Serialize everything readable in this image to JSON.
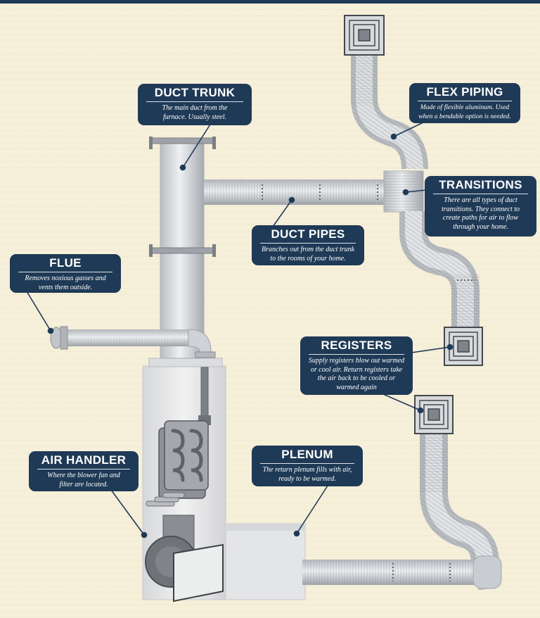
{
  "labels": {
    "duct_trunk": {
      "title": "DUCT TRUNK",
      "line1": "The main duct from the",
      "line2": "furnace. Usually steel."
    },
    "flex_piping": {
      "title": "FLEX PIPING",
      "line1": "Made of flexible aluminum. Used",
      "line2": "when a bendable option is needed."
    },
    "transitions": {
      "title": "TRANSITIONS",
      "line1": "There are all types of duct",
      "line2": "transitions. They connect to",
      "line3": "create paths for air to flow",
      "line4": "through your home."
    },
    "duct_pipes": {
      "title": "DUCT PIPES",
      "line1": "Branches out from the duct trunk",
      "line2": "to the rooms of your home."
    },
    "flue": {
      "title": "FLUE",
      "line1": "Removes noxious gasses and",
      "line2": "vents them outside."
    },
    "registers": {
      "title": "REGISTERS",
      "line1": "Supply registers blow out warmed",
      "line2": "or cool air. Return registers take",
      "line3": "the air back to be cooled or",
      "line4": "warmed again"
    },
    "air_handler": {
      "title": "AIR HANDLER",
      "line1": "Where the blower fan and",
      "line2": "filter are located."
    },
    "plenum": {
      "title": "PLENUM",
      "line1": "The return plenum fills with air,",
      "line2": "ready to be warmed."
    }
  },
  "colors": {
    "background": "#f6efd9",
    "callout": "#1f3a56",
    "metal_light": "#e4e5e7",
    "metal_mid": "#c3c6ca",
    "metal_dark": "#7b7f84",
    "cabinet": "#e9e9ea"
  }
}
